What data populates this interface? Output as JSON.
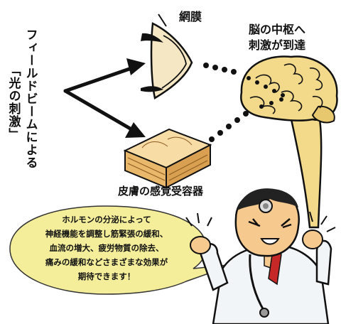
{
  "left_caption": {
    "line1": "フィールドビームによる",
    "line2": "「光の刺激」"
  },
  "labels": {
    "retina": "網膜",
    "brain_line1": "脳の中枢へ",
    "brain_line2": "刺激が到達",
    "skin": "皮膚の感覚受容器"
  },
  "bubble": {
    "lines": [
      "ホルモンの分泌によって",
      "神経機能を調整し筋緊張の緩和、",
      "血流の増大、疲労物質の除去、",
      "痛みの緩和などさまざまな効果が",
      "期待できます！"
    ]
  },
  "colors": {
    "bubble": "#F4EE9A",
    "brain": "#F3D98A",
    "skin": "#E9B86A",
    "outline": "#111111"
  }
}
